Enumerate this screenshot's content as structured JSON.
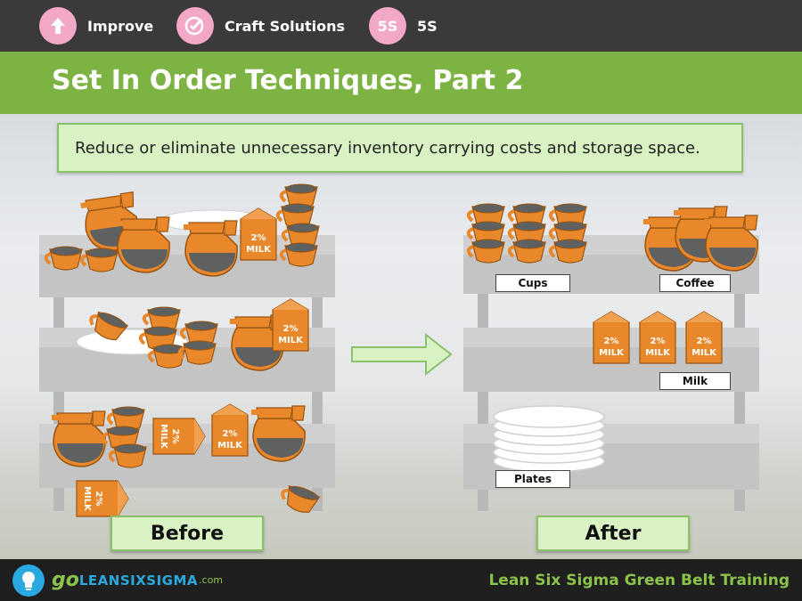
{
  "nav": {
    "items": [
      {
        "label": "Improve",
        "icon": "arrow-up-icon"
      },
      {
        "label": "Craft Solutions",
        "icon": "checklist-icon"
      },
      {
        "label": "5S",
        "icon": "5s-badge",
        "badge": "5S"
      }
    ]
  },
  "slide": {
    "title": "Set In Order Techniques, Part 2",
    "callout": "Reduce or eliminate unnecessary inventory carrying costs and storage space."
  },
  "before": {
    "label": "Before",
    "milk_text": "2%\nMILK"
  },
  "after": {
    "label": "After",
    "shelf_tags": [
      "Cups",
      "Coffee",
      "Milk",
      "Plates"
    ]
  },
  "footer": {
    "brand_go": "go",
    "brand_main": "LEANSIXSIGMA",
    "brand_com": ".com",
    "training": "Lean Six Sigma Green Belt Training"
  },
  "colors": {
    "accent_green": "#7cb342",
    "callout_bg": "#d8f2c3",
    "item_orange": "#e8882a",
    "item_dark": "#5f6060",
    "shelf_gray": "#c4c4c4",
    "nav_pink": "#f2a8c6",
    "brand_blue": "#29a9e0"
  }
}
